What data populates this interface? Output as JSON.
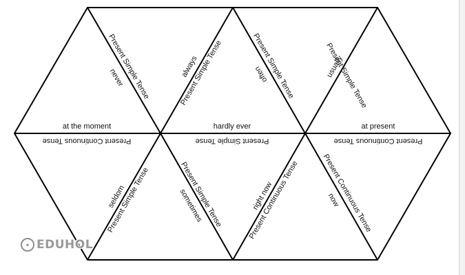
{
  "watermark": {
    "text": "EDUHOL",
    "icon": "eduhol-logo-icon"
  },
  "colors": {
    "line": "#000000",
    "page": "#ffffff",
    "border": "#f2f2f2"
  },
  "labels": {
    "never": "never",
    "pst_1": "Present Simple Tense",
    "always": "always",
    "pst_2": "Present Simple Tense",
    "often": "often",
    "pst_3": "Present Simple Tense",
    "usually": "usually",
    "pst_4": "Present Simple Tense",
    "at_the_moment": "at the moment",
    "pct_1": "Present Continuous Tense",
    "hardly_ever": "hardly ever",
    "pst_5": "Present Simple Tense",
    "at_present": "at present",
    "pct_2": "Present Continuous Tense",
    "seldom": "seldom",
    "pst_6": "Present Simple Tense",
    "pst_7": "Present Simple Tense",
    "sometimes": "sometimes",
    "right_now": "right now",
    "pct_3": "Present Continuous Tense",
    "pct_4": "Present Continuous Tense",
    "now": "now"
  }
}
